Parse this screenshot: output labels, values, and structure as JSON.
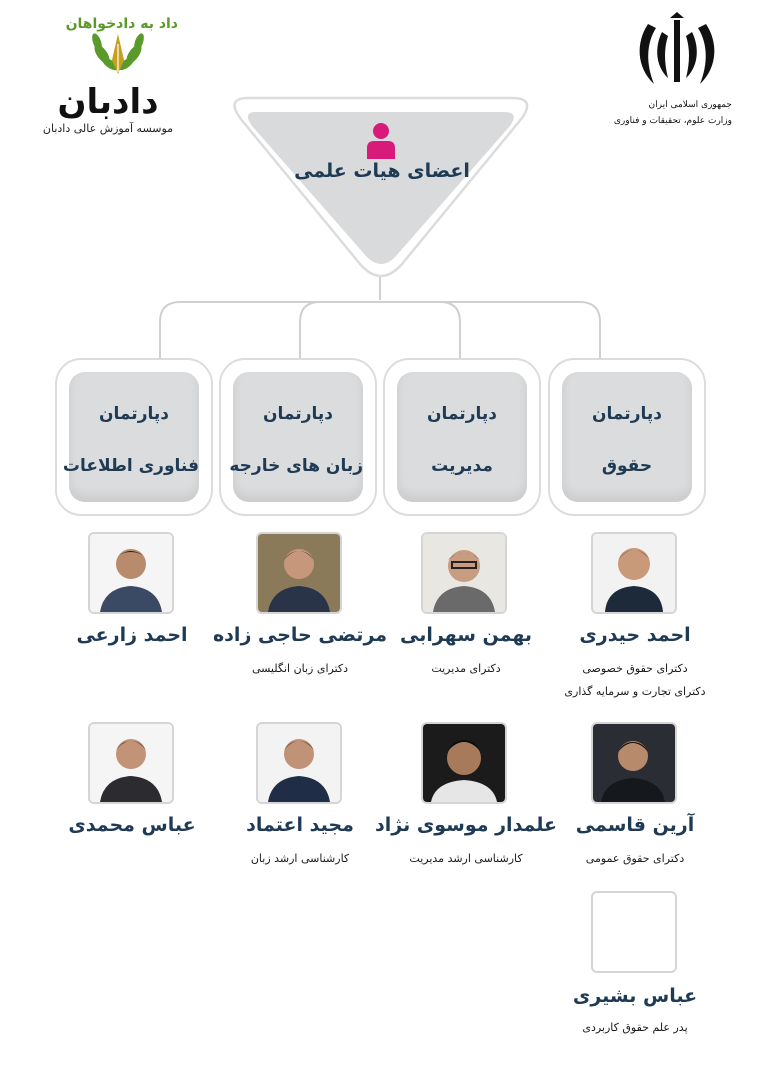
{
  "header": {
    "brand_name": "دادبان",
    "brand_subtitle": "موسسه آموزش عالی دادبان",
    "brand_slogan": "داد به دادخواهان",
    "ministry_line1": "جمهوری اسلامی ایران",
    "ministry_line2": "وزارت علوم، تحقیقات و فناوری"
  },
  "chart_data": {
    "type": "org-chart",
    "root": {
      "label": "اعضای هیات علمی"
    },
    "departments": [
      {
        "line1": "دپارتمان",
        "line2": "حقوق"
      },
      {
        "line1": "دپارتمان",
        "line2": "مدیریت"
      },
      {
        "line1": "دپارتمان",
        "line2": "زبان های خارجه"
      },
      {
        "line1": "دپارتمان",
        "line2": "فناوری اطلاعات"
      }
    ],
    "members": [
      {
        "name": "احمد حیدری",
        "degrees": [
          "دکترای حقوق خصوصی",
          "دکترای تجارت و سرمایه گذاری"
        ]
      },
      {
        "name": "بهمن سهرابی",
        "degrees": [
          "دکترای مدیریت"
        ]
      },
      {
        "name": "مرتضی حاجی زاده",
        "degrees": [
          "دکترای زبان انگلیسی"
        ]
      },
      {
        "name": "احمد زارعی",
        "degrees": []
      },
      {
        "name": "آرین قاسمی",
        "degrees": [
          "دکترای حقوق عمومی"
        ]
      },
      {
        "name": "علمدار موسوی نژاد",
        "degrees": [
          "کارشناسی ارشد مدیریت"
        ]
      },
      {
        "name": "مجید اعتماد",
        "degrees": [
          "کارشناسی ارشد زبان"
        ]
      },
      {
        "name": "عباس محمدی",
        "degrees": []
      },
      {
        "name": "عباس بشیری",
        "degrees": [
          "پدر علم حقوق کاربردی"
        ]
      }
    ]
  },
  "colors": {
    "title": "#1f3a55",
    "accent": "#d81b7a",
    "box": "#dadcdd",
    "border": "#dcdcdc",
    "leaf": "#5a9a2a",
    "gold": "#c8a020"
  },
  "icons": {
    "root": "person-icon",
    "emblem": "emblem-icon",
    "logo": "pen-leaf-icon"
  }
}
